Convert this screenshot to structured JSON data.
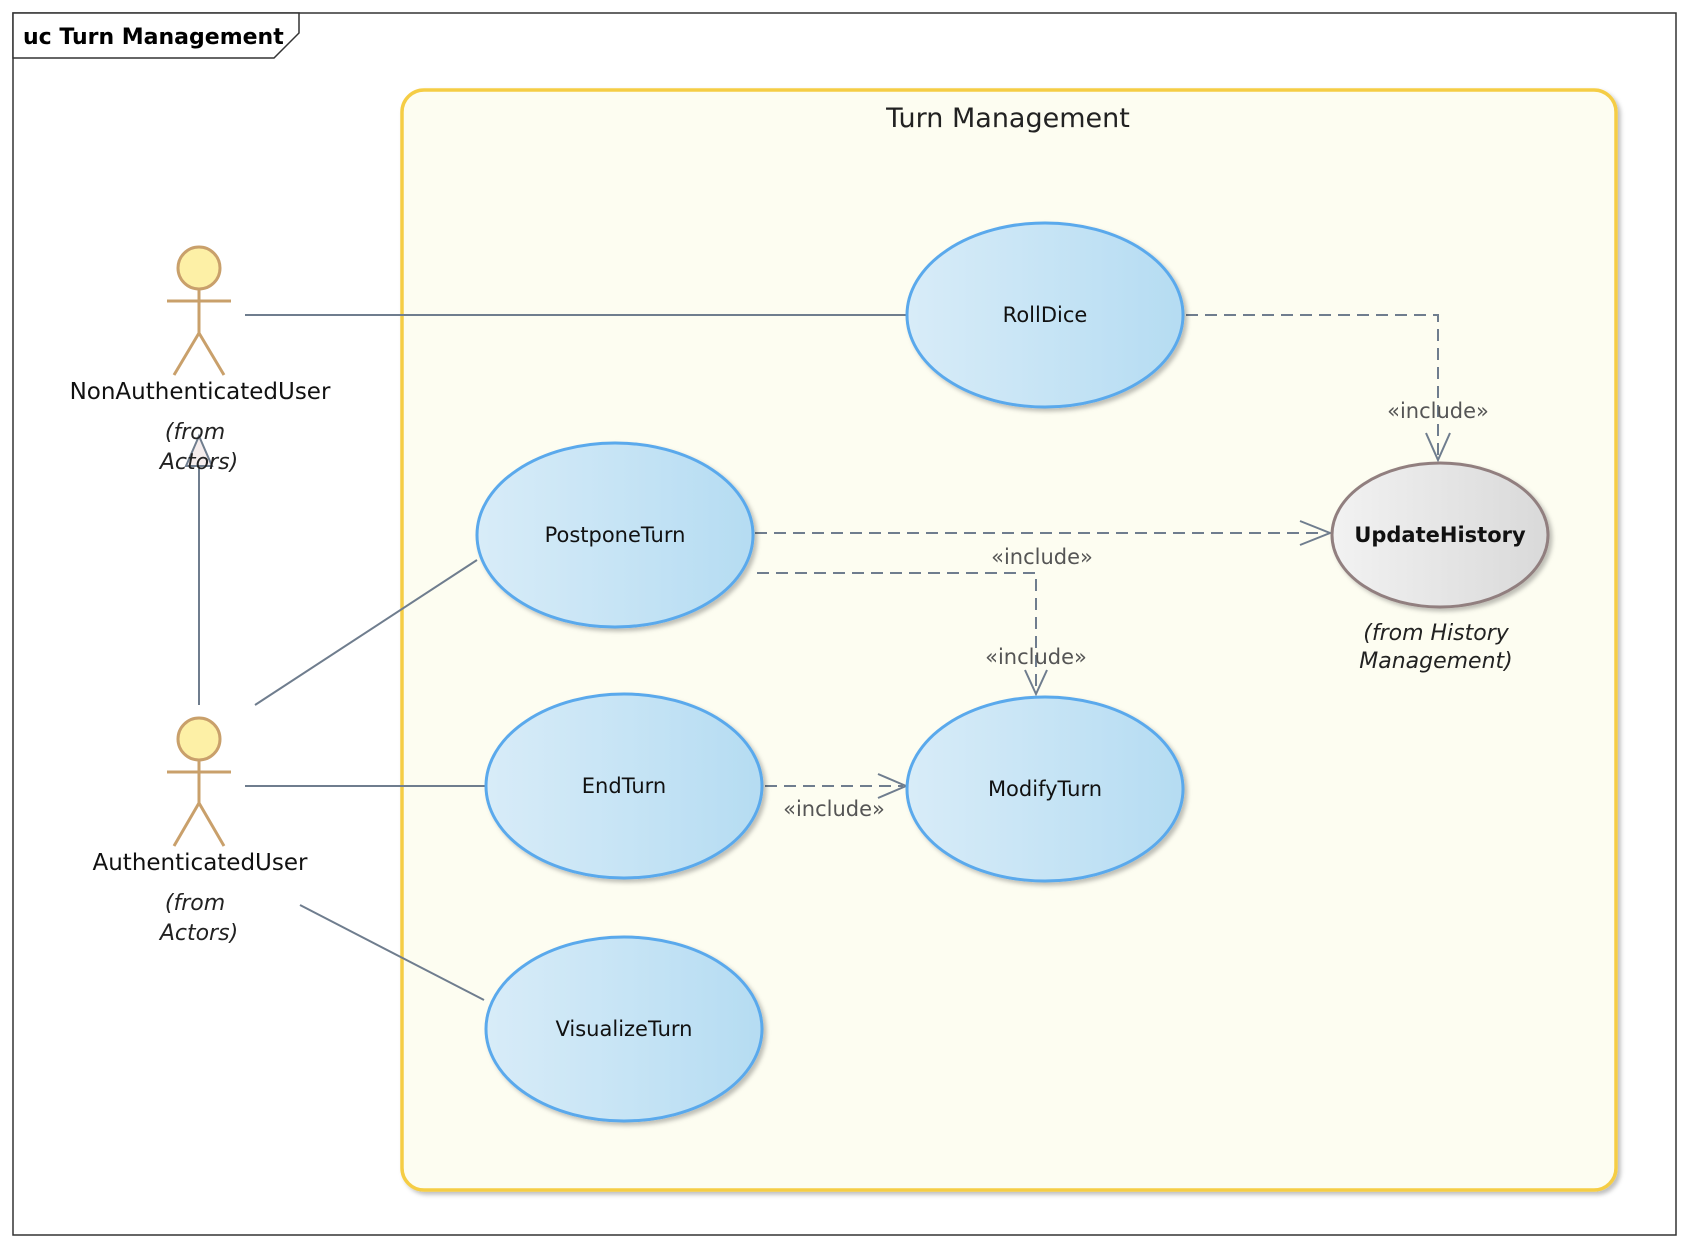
{
  "frame": {
    "title": "uc Turn Management"
  },
  "boundary": {
    "title": "Turn Management"
  },
  "actors": {
    "non_authenticated": {
      "name": "NonAuthenticatedUser",
      "note_line1": "(from",
      "note_line2": "Actors)"
    },
    "authenticated": {
      "name": "AuthenticatedUser",
      "note_line1": "(from",
      "note_line2": "Actors)"
    }
  },
  "use_cases": {
    "roll_dice": "RollDice",
    "postpone_turn": "PostponeTurn",
    "end_turn": "EndTurn",
    "modify_turn": "ModifyTurn",
    "visualize_turn": "VisualizeTurn",
    "update_history": "UpdateHistory"
  },
  "update_history_note": {
    "line1": "(from History",
    "line2": "Management)"
  },
  "stereotypes": {
    "rolldice_update": "«include»",
    "postpone_update": "«include»",
    "postpone_modify": "«include»",
    "endturn_modify": "«include»"
  },
  "colors": {
    "boundary_fill": "#fdfdf1",
    "boundary_stroke": "#f5cd45",
    "usecase_stroke": "#5aa9ec",
    "external_usecase_stroke": "#917f7f",
    "actor_head_fill": "#fdf0a6",
    "actor_stroke": "#c9a06b",
    "connector": "#6f7d8e"
  }
}
